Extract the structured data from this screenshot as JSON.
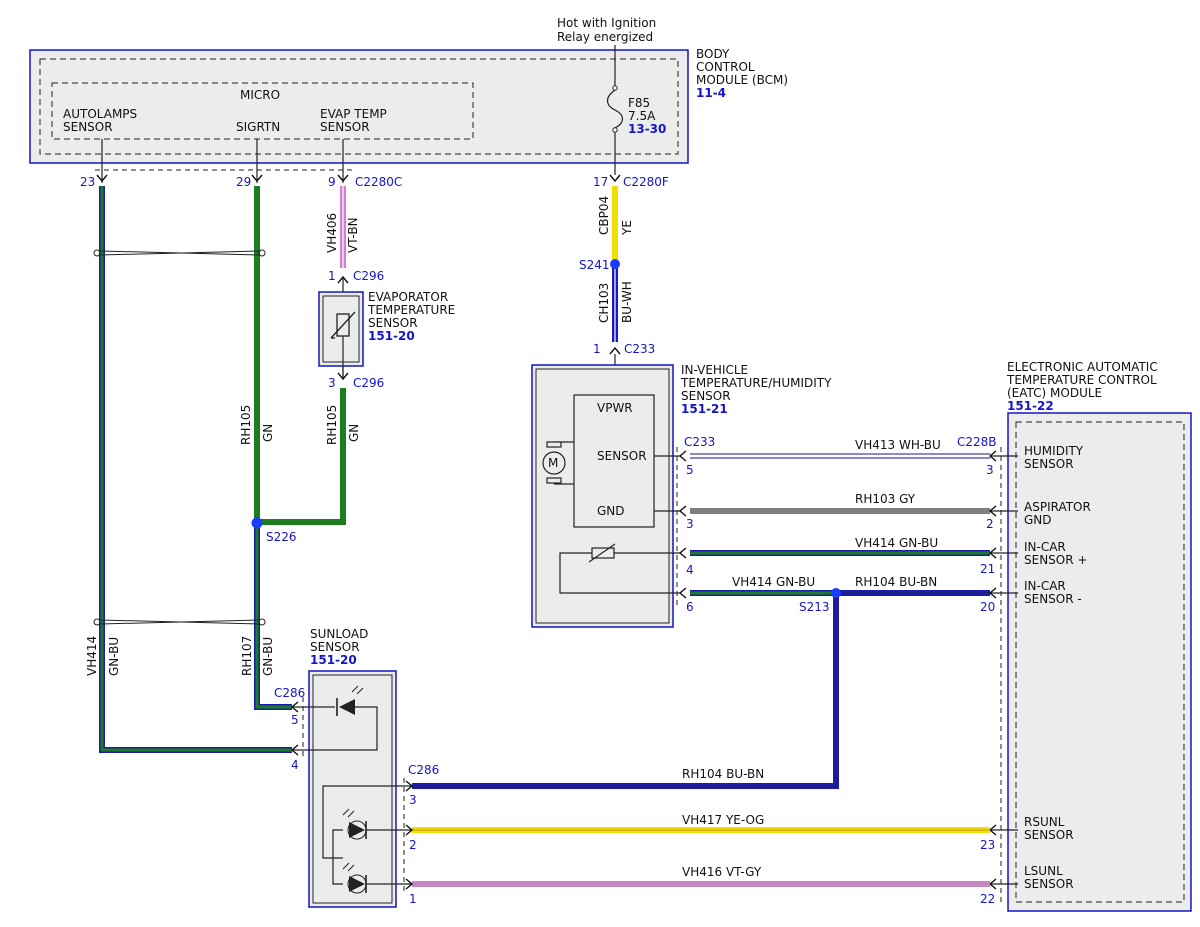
{
  "top_note": [
    "Hot with Ignition",
    "Relay energized"
  ],
  "bcm": {
    "title": [
      "BODY",
      "CONTROL",
      "MODULE (BCM)"
    ],
    "ref": "11-4",
    "micro_label": "MICRO",
    "pins": [
      "AUTOLAMPS",
      "SENSOR",
      "SIGRTN",
      "EVAP TEMP",
      "SENSOR"
    ],
    "fuse": {
      "name": "F85",
      "rating": "7.5A",
      "ref": "13-30"
    }
  },
  "bcm_connectors": {
    "c1": "C2280C",
    "c2": "C2280F",
    "pin23": "23",
    "pin29": "29",
    "pin9": "9",
    "pin17": "17"
  },
  "evap_sensor": {
    "title": [
      "EVAPORATOR",
      "TEMPERATURE",
      "SENSOR"
    ],
    "ref": "151-20",
    "connector": "C296",
    "pin_top": "1",
    "pin_bottom": "3"
  },
  "wires": {
    "vh406": {
      "circuit": "VH406",
      "color": "VT-BN"
    },
    "cbp04": {
      "circuit": "CBP04",
      "color": "YE"
    },
    "ch103": {
      "circuit": "CH103",
      "color": "BU-WH"
    },
    "rh105_left": {
      "circuit": "RH105",
      "color": "GN"
    },
    "rh105_right": {
      "circuit": "RH105",
      "color": "GN"
    },
    "vh414_left": {
      "circuit": "VH414",
      "color": "GN-BU"
    },
    "rh107": {
      "circuit": "RH107",
      "color": "GN-BU"
    },
    "vh413": "VH413  WH-BU",
    "rh103": "RH103  GY",
    "vh414_a": "VH414  GN-BU",
    "vh414_b": "VH414  GN-BU",
    "rh104_a": "RH104  BU-BN",
    "rh104_b": "RH104  BU-BN",
    "vh417": "VH417  YE-OG",
    "vh416": "VH416  VT-GY"
  },
  "splices": {
    "s241": "S241",
    "s226": "S226",
    "s213": "S213"
  },
  "ivt_sensor": {
    "title": [
      "IN-VEHICLE",
      "TEMPERATURE/HUMIDITY",
      "SENSOR"
    ],
    "ref": "151-21",
    "connector": "C233",
    "pin_top": "1",
    "labels": [
      "VPWR",
      "SENSOR",
      "GND"
    ],
    "motor": "M",
    "pins": [
      "5",
      "3",
      "4",
      "6"
    ]
  },
  "eatc": {
    "title": [
      "ELECTRONIC AUTOMATIC",
      "TEMPERATURE CONTROL",
      "(EATC) MODULE"
    ],
    "ref": "151-22",
    "connector": "C228B",
    "pins": [
      "3",
      "2",
      "21",
      "20",
      "23",
      "22"
    ],
    "labels": [
      "HUMIDITY",
      "SENSOR",
      "ASPIRATOR",
      "GND",
      "IN-CAR",
      "SENSOR +",
      "IN-CAR",
      "SENSOR -",
      "RSUNL",
      "SENSOR",
      "LSUNL",
      "SENSOR"
    ]
  },
  "sunload": {
    "title": [
      "SUNLOAD",
      "SENSOR"
    ],
    "ref": "151-20",
    "connector": "C286",
    "connector2": "C286",
    "pins": [
      "5",
      "4",
      "3",
      "2",
      "1"
    ]
  },
  "colors": {
    "connector_blue": "#1515c8",
    "module_fill": "#ececec",
    "green": "#1e7d1e",
    "blue": "#1a1ab4",
    "yellow": "#f0e000",
    "violet": "#d080d0",
    "gray": "#808080",
    "splice": "#1a3cff"
  }
}
